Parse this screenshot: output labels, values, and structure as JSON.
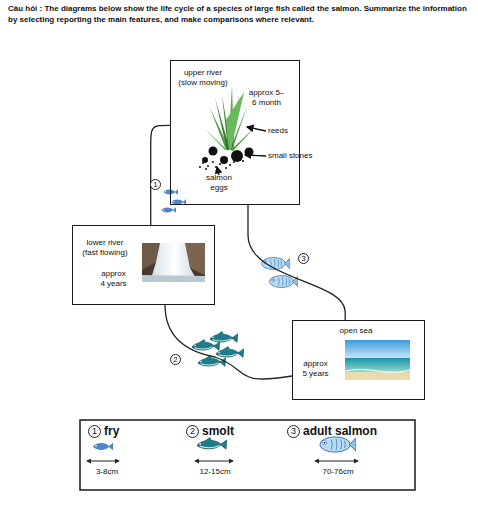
{
  "diagram": {
    "title": "Câu hỏi : The diagrams below show the life cycle of a species of large fish called the salmon. Summarize the information by selecting reporting the main features, and make comparisons where relevant.",
    "nodes": [
      {
        "text": [
          "upper river (slow moving)",
          "approx 5–6 month"
        ]
      },
      {
        "text": [
          "lower river (fast flowing)",
          "approx 4 years"
        ]
      },
      {
        "text": [
          "open sea",
          "approx 5 years"
        ]
      }
    ],
    "edges": [
      {
        "from": 0,
        "to": 1,
        "arrow": "none"
      },
      {
        "from": 1,
        "to": 2,
        "arrow": "none"
      },
      {
        "from": 2,
        "to": 0,
        "arrow": "none"
      }
    ],
    "labels": [
      "reeds",
      "small stones",
      "salmon eggs",
      "1",
      "2",
      "3",
      "1",
      "2",
      "3",
      "3-8cm",
      "12-15cm",
      "70-76cm"
    ],
    "legend": [
      {
        "text": "fry"
      },
      {
        "text": "smolt"
      },
      {
        "text": "adult salmon"
      }
    ]
  }
}
